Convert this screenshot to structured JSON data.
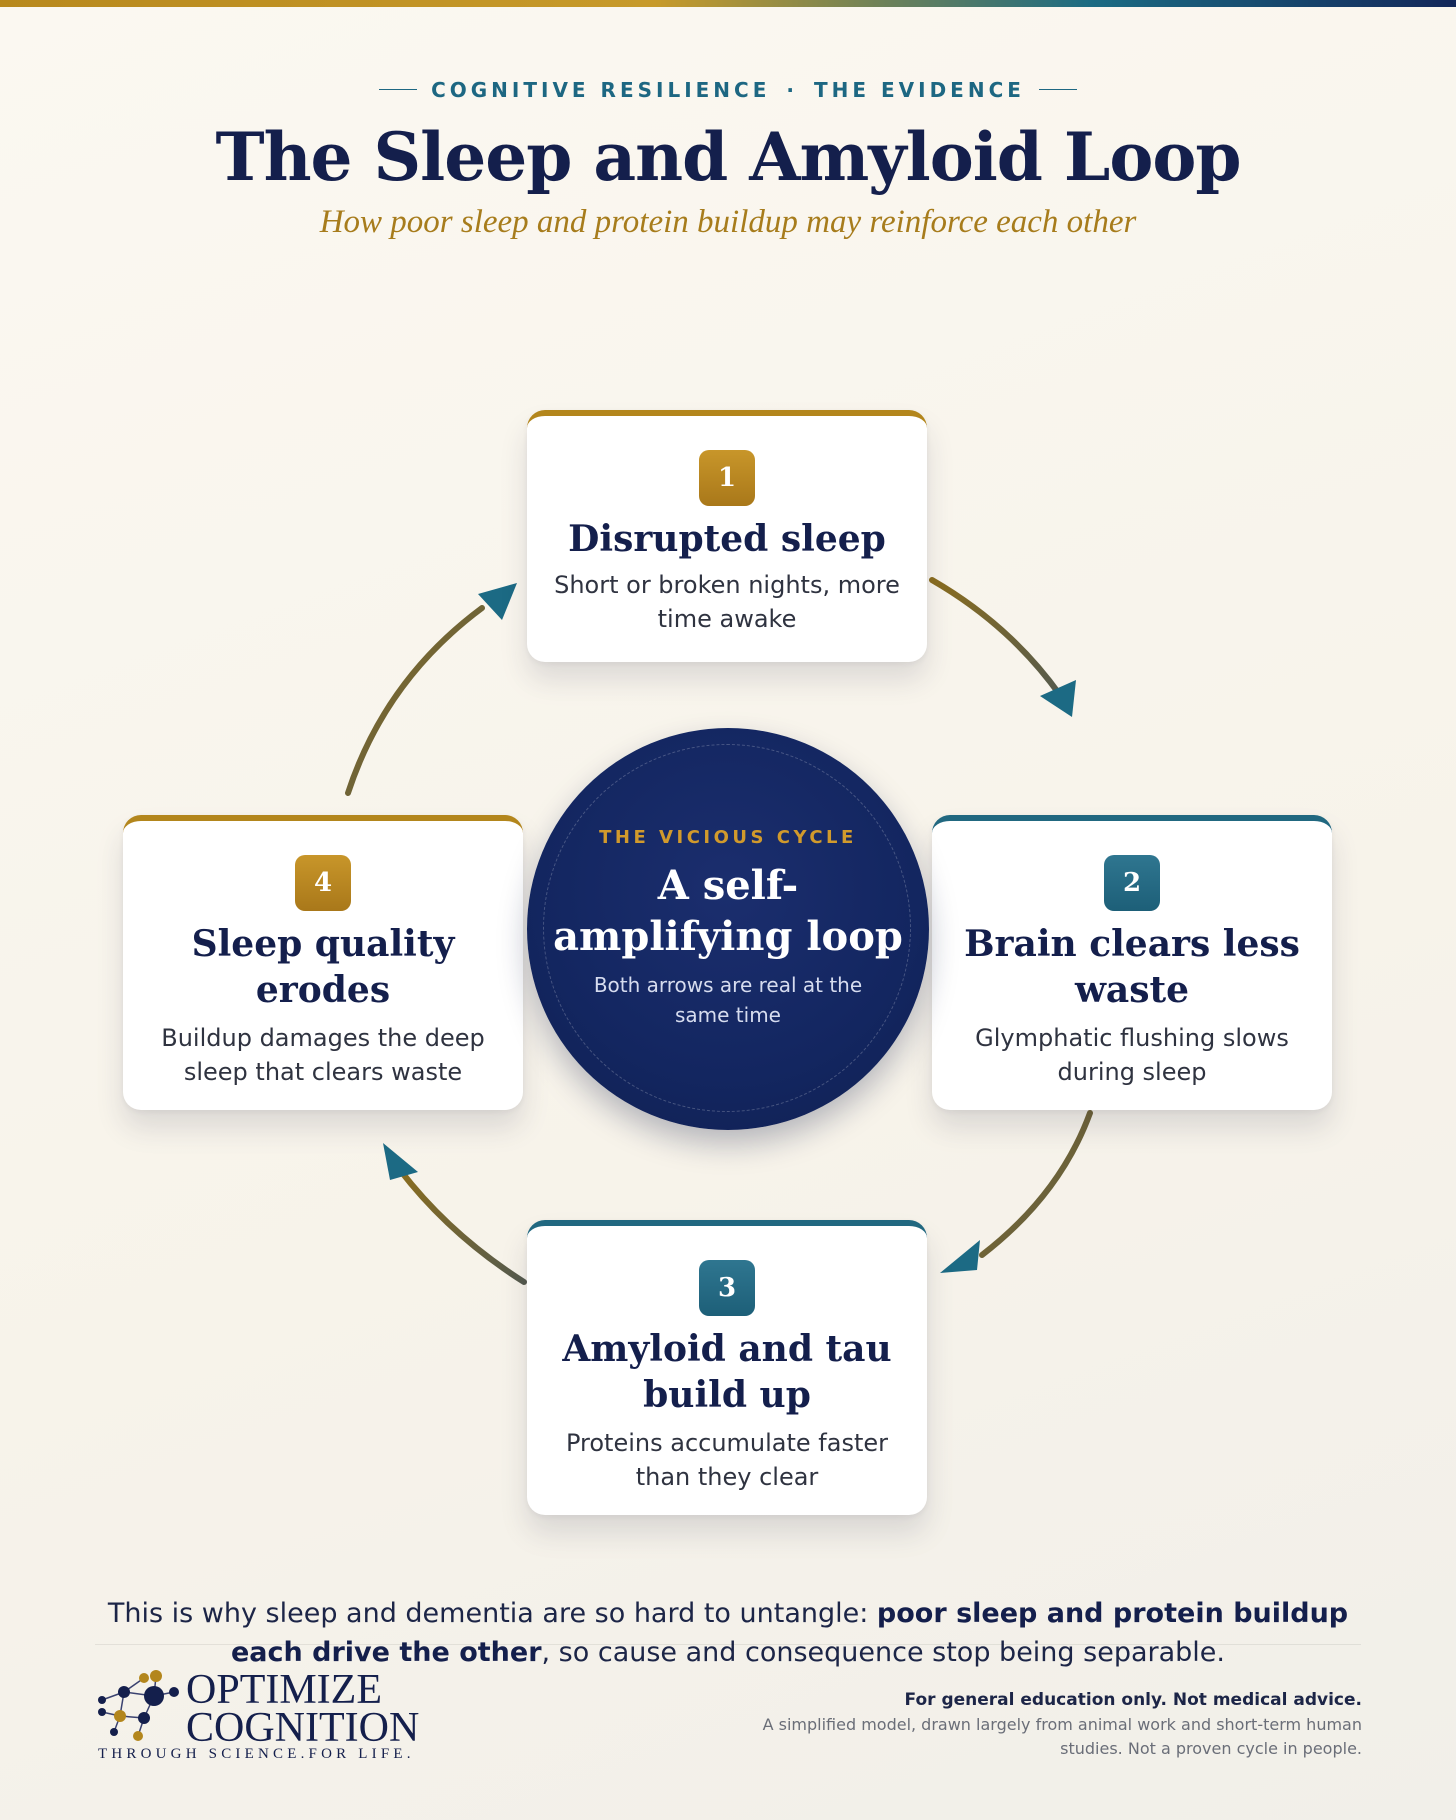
{
  "header": {
    "kicker_left": "COGNITIVE RESILIENCE",
    "kicker_sep": "·",
    "kicker_right": "THE EVIDENCE",
    "title": "The Sleep and Amyloid Loop",
    "subtitle": "How poor sleep and protein buildup may reinforce each other"
  },
  "steps": [
    {
      "number": "1",
      "title": "Disrupted sleep",
      "description": "Short or broken nights, more time awake",
      "color": "#b3861c"
    },
    {
      "number": "2",
      "title": "Brain clears less waste",
      "description": "Glymphatic flushing slows during sleep",
      "color": "#216880"
    },
    {
      "number": "3",
      "title": "Amyloid and tau build up",
      "description": "Proteins accumulate faster than they clear",
      "color": "#216880"
    },
    {
      "number": "4",
      "title": "Sleep quality erodes",
      "description": "Buildup damages the deep sleep that clears waste",
      "color": "#b3861c"
    }
  ],
  "center": {
    "eyebrow": "THE VICIOUS CYCLE",
    "headline": "A self-amplifying loop",
    "note": "Both arrows are real at the same time"
  },
  "footer": {
    "summary_plain_1": "This is why sleep and dementia are so hard to untangle: ",
    "summary_bold": "poor sleep and protein buildup each drive the other",
    "summary_plain_2": ", so cause and consequence stop being separable.",
    "logo_line1": "OPTIMIZE",
    "logo_line2": "COGNITION",
    "logo_tagline": "THROUGH SCIENCE.FOR LIFE.",
    "disclaimer_bold": "For general education only. Not medical advice.",
    "disclaimer_note": "A simplified model, drawn largely from animal work and short-term human studies. Not a proven cycle in people."
  },
  "colors": {
    "navy": "#141f4c",
    "gold": "#b3861c",
    "teal": "#216880",
    "arrow_head": "#1c6a84"
  }
}
